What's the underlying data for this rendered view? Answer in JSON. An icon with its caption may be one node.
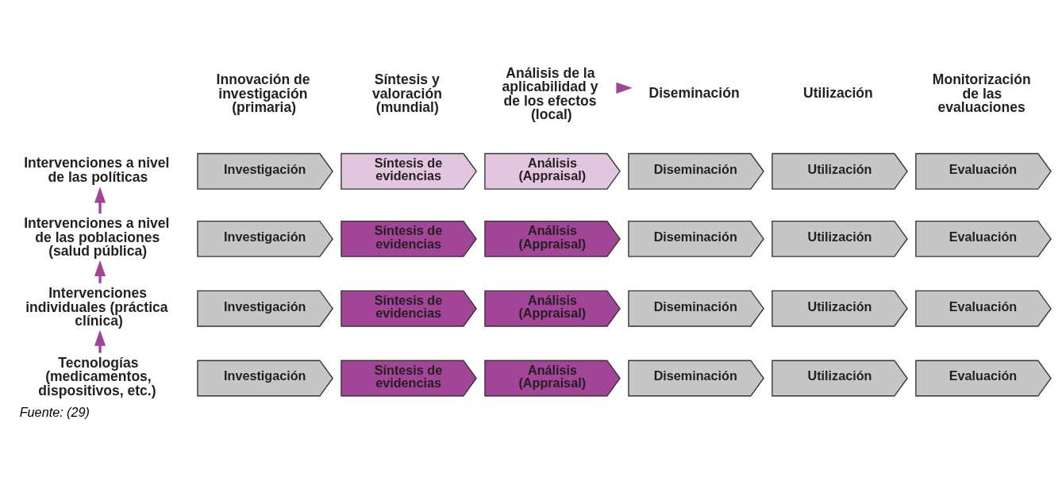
{
  "diagram": {
    "caption": "Fuente: (29)",
    "nodes": [
      {
        "text": [
          "Intervenciones a nivel de las políticas"
        ]
      },
      {
        "text": [
          "Investigación"
        ]
      },
      {
        "text": [
          "Síntesis de evidencias"
        ]
      },
      {
        "text": [
          "Análisis (Appraisal)"
        ]
      },
      {
        "text": [
          "Diseminación"
        ]
      },
      {
        "text": [
          "Utilización"
        ]
      },
      {
        "text": [
          "Evaluación"
        ]
      },
      {
        "text": [
          "Intervenciones a nivel de las poblaciones (salud pública)"
        ]
      },
      {
        "text": [
          "Investigación"
        ]
      },
      {
        "text": [
          "Síntesis de evidencias"
        ]
      },
      {
        "text": [
          "Análisis (Appraisal)"
        ]
      },
      {
        "text": [
          "Diseminación"
        ]
      },
      {
        "text": [
          "Utilización"
        ]
      },
      {
        "text": [
          "Evaluación"
        ]
      },
      {
        "text": [
          "Intervenciones individuales (práctica clínica)"
        ]
      },
      {
        "text": [
          "Investigación"
        ]
      },
      {
        "text": [
          "Síntesis de evidencias"
        ]
      },
      {
        "text": [
          "Análisis (Appraisal)"
        ]
      },
      {
        "text": [
          "Diseminación"
        ]
      },
      {
        "text": [
          "Utilización"
        ]
      },
      {
        "text": [
          "Evaluación"
        ]
      },
      {
        "text": [
          "Tecnologías (medicamentos, dispositivos, etc.)"
        ]
      },
      {
        "text": [
          "Investigación"
        ]
      },
      {
        "text": [
          "Síntesis de evidencias"
        ]
      },
      {
        "text": [
          "Análisis (Appraisal)"
        ]
      },
      {
        "text": [
          "Diseminación"
        ]
      },
      {
        "text": [
          "Utilización"
        ]
      },
      {
        "text": [
          "Evaluación"
        ]
      },
      {
        "text": [
          "Innovación de investigación (primaria)"
        ]
      },
      {
        "text": [
          "Síntesis y valoración (mundial)"
        ]
      },
      {
        "text": [
          "Análisis de la aplicabilidad y de los efectos (local)"
        ]
      },
      {
        "text": [
          "Diseminación"
        ]
      },
      {
        "text": [
          "Utilización"
        ]
      },
      {
        "text": [
          "Monitorización de las evaluaciones"
        ]
      }
    ],
    "edges": [
      {
        "from": 21,
        "to": 14,
        "arrow": "to"
      },
      {
        "from": 14,
        "to": 7,
        "arrow": "to"
      },
      {
        "from": 7,
        "to": 0,
        "arrow": "to"
      },
      {
        "from": 30,
        "to": 31,
        "arrow": "to"
      }
    ]
  }
}
